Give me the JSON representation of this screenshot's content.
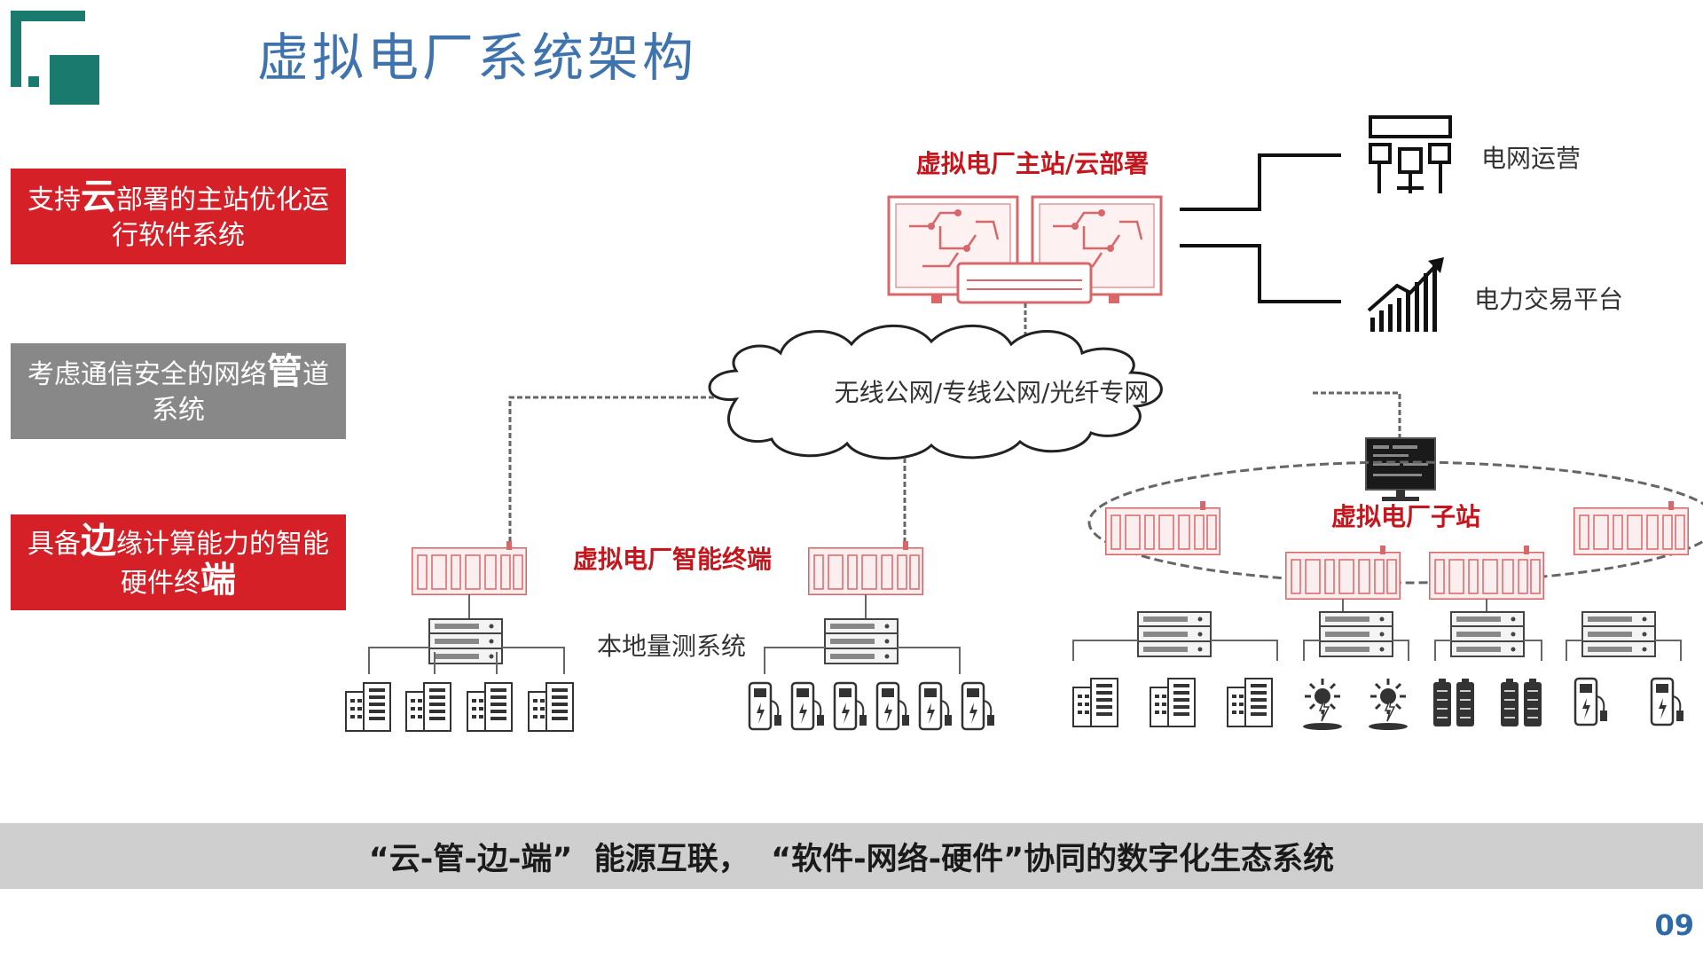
{
  "slide": {
    "title": "虚拟电厂系统架构",
    "page_number": "09",
    "bottom_banner": "“云-管-边-端”  能源互联，  “软件-网络-硬件”协同的数字化生态系统",
    "colors": {
      "title": "#3f73ad",
      "red": "#d62028",
      "gray": "#888888",
      "teal": "#1a7a6e",
      "banner": "#cfcfcf"
    }
  },
  "left_labels": [
    {
      "parts": [
        {
          "t": "支持",
          "big": false
        },
        {
          "t": "云",
          "big": true
        },
        {
          "t": "部署的主站优化运行软件系统",
          "big": false
        }
      ]
    },
    {
      "parts": [
        {
          "t": "考虑通信安全的网络",
          "big": false
        },
        {
          "t": "管",
          "big": true
        },
        {
          "t": "道系统",
          "big": false
        }
      ]
    },
    {
      "parts": [
        {
          "t": "具备",
          "big": false
        },
        {
          "t": "边",
          "big": true
        },
        {
          "t": "缘计算能力的智能硬件终",
          "big": false
        },
        {
          "t": "端",
          "big": true
        }
      ]
    }
  ],
  "diagram": {
    "master_station": "虚拟电厂主站/云部署",
    "grid_ops": "电网运营",
    "power_trading": "电力交易平台",
    "network": "无线公网/专线公网/光纤专网",
    "smart_terminal": "虚拟电厂智能终端",
    "local_measurement": "本地量测系统",
    "sub_station": "虚拟电厂子站"
  },
  "icons": [
    "logo-mark-icon",
    "monitor-icon",
    "network-icon",
    "chart-up-icon",
    "cloud-icon",
    "rack-controller-icon",
    "server-icon",
    "building-icon",
    "ev-charger-icon",
    "solar-icon",
    "battery-icon",
    "workstation-icon"
  ]
}
